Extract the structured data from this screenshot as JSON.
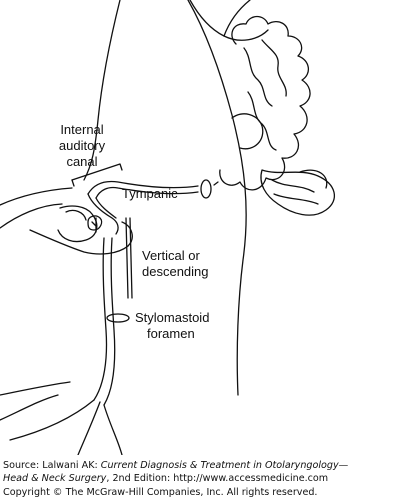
{
  "labels": {
    "internal_auditory_canal": [
      "Internal",
      "auditory",
      "canal"
    ],
    "tympanic": "Tympanic",
    "vertical": [
      "Vertical or",
      "descending"
    ],
    "stylomastoid": [
      "Stylomastoid",
      "foramen"
    ]
  },
  "caption": {
    "source_prefix": "Source: Lalwani AK: ",
    "book_title_line1": "Current Diagnosis & Treatment in Otolaryngology—",
    "book_title_line2": "Head & Neck Surgery",
    "edition": ", 2nd Edition: http://www.accessmedicine.com",
    "copyright": "Copyright © The McGraw-Hill Companies, Inc. All rights reserved."
  }
}
